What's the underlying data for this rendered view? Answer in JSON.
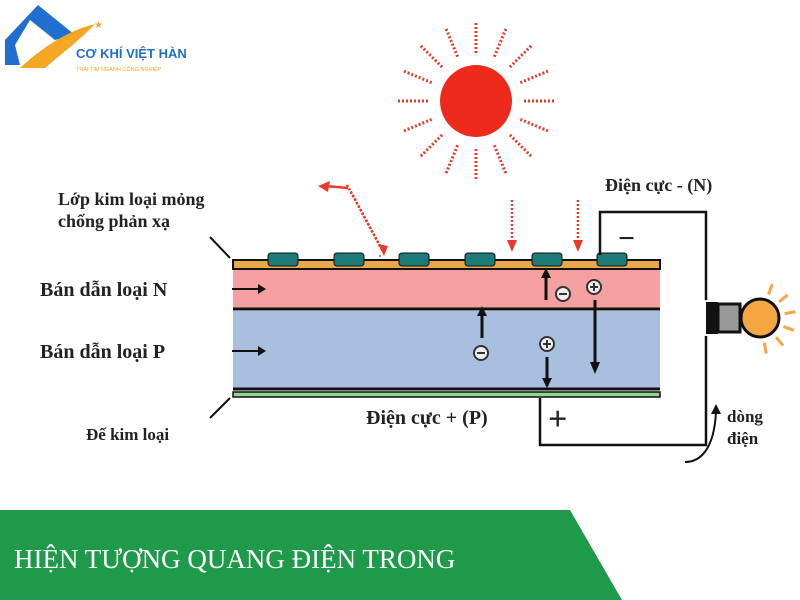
{
  "logo": {
    "name": "CƠ KHÍ VIỆT HÀN",
    "tagline": "TRÁI TIM NGÀNH CÔNG NGHIỆP",
    "colors": {
      "blue": "#1f6fd0",
      "orange": "#f5a623"
    }
  },
  "labels": {
    "coating_line1": "Lớp kim loại mỏng",
    "coating_line2": "chống phản xạ",
    "n_layer": "Bán dẫn loại N",
    "p_layer": "Bán dẫn loại P",
    "substrate": "Đế kim loại",
    "neg_electrode": "Điện cực - (N)",
    "pos_electrode": "Điện cực + (P)",
    "minus_sign": "−",
    "plus_sign": "+",
    "current_line1": "dòng",
    "current_line2": "điện"
  },
  "banner": {
    "title": "HIỆN TƯỢNG QUANG ĐIỆN TRONG",
    "color": "#1e9a4a"
  },
  "colors": {
    "sun": "#ee2a1c",
    "n_layer": "#f5a0a0",
    "p_layer": "#a9bfe0",
    "pad": "#1c7a78",
    "bulb": "#f4a640"
  }
}
